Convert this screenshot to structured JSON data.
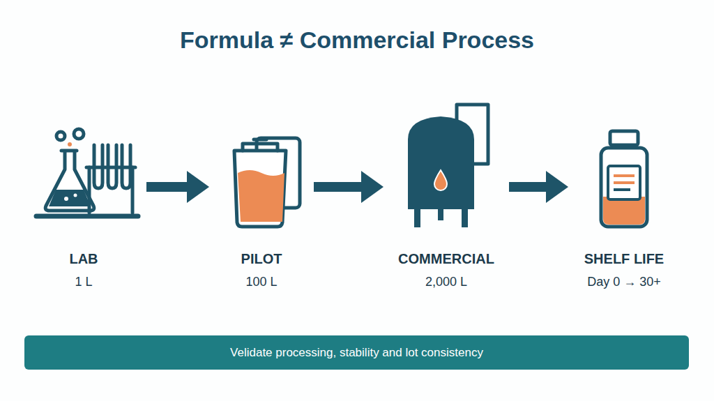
{
  "diagram": {
    "title": "Formula ≠ Commercial Process",
    "nodes": [
      {
        "text": [
          "LAB",
          "1 L"
        ]
      },
      {
        "text": [
          "PILOT",
          "100 L"
        ]
      },
      {
        "text": [
          "COMMERCIAL",
          "2,000 L"
        ]
      },
      {
        "text": [
          "SHELF LIFE",
          "Day 0 → 30+"
        ]
      },
      {
        "text": [
          "Velidate processing, stability and lot consistency"
        ]
      }
    ],
    "edges": [
      {
        "from": 0,
        "to": 1,
        "arrow": "to"
      },
      {
        "from": 1,
        "to": 2,
        "arrow": "to"
      },
      {
        "from": 2,
        "to": 3,
        "arrow": "to"
      }
    ]
  }
}
